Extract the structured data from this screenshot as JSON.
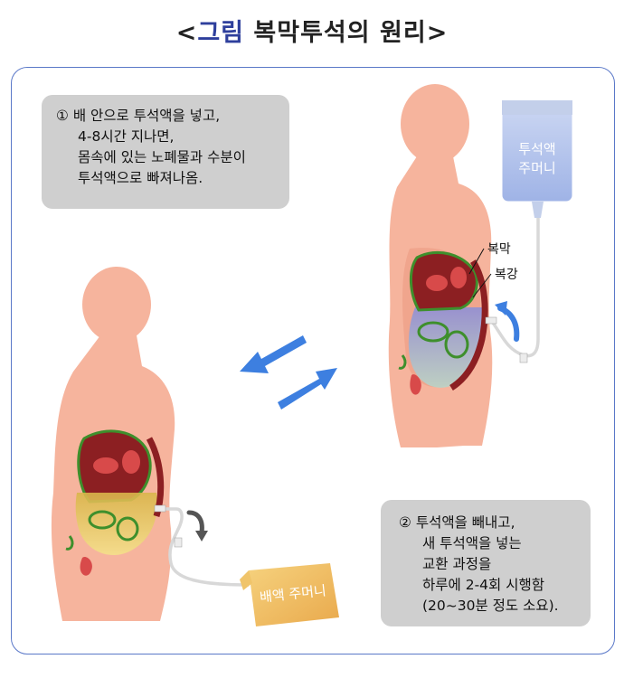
{
  "title": {
    "bracket_open": "<",
    "accent": "그림",
    "rest": " 복막투석의 원리",
    "bracket_close": ">"
  },
  "step1": {
    "lines": [
      "① 배 안으로 투석액을 넣고,",
      "4-8시간 지나면,",
      "몸속에 있는 노폐물과 수분이",
      "투석액으로 빠져나옴."
    ]
  },
  "step2": {
    "lines": [
      "② 투석액을 빼내고,",
      "새 투석액을 넣는",
      "교환 과정을",
      "하루에 2-4회 시행함",
      "(20~30분 정도 소요)."
    ]
  },
  "labels": {
    "dialysate_bag_line1": "투석액",
    "dialysate_bag_line2": "주머니",
    "peritoneum": "복막",
    "peritoneal_cavity": "복강",
    "drain_bag": "배액 주머니"
  },
  "colors": {
    "accent_title": "#2e3f9c",
    "frame_border": "#5a78c8",
    "note_bg": "#cfcfcf",
    "body_skin": "#f6b49d",
    "organ_dark": "#8c1f22",
    "organ_outline": "#3e8f2c",
    "fluid_blue": "#9fb3e6",
    "arrow_blue": "#3d7fe0",
    "drain_yellow": "#f0c46a"
  }
}
